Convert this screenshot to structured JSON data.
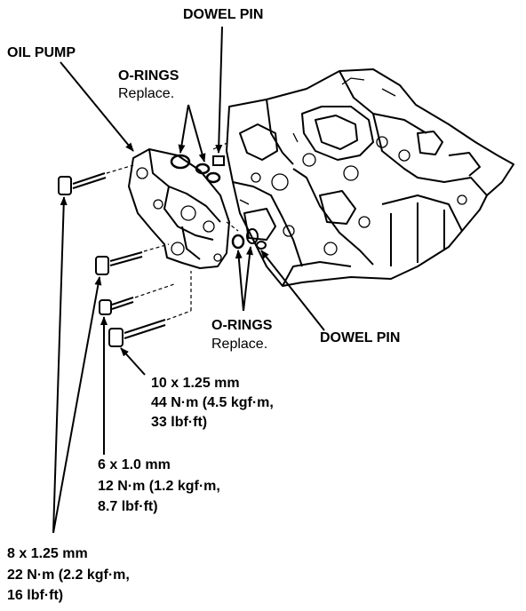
{
  "labels": {
    "dowel_pin_top": "DOWEL PIN",
    "oil_pump": "OIL PUMP",
    "o_rings_top": "O-RINGS",
    "o_rings_top_note": "Replace.",
    "o_rings_bottom": "O-RINGS",
    "o_rings_bottom_note": "Replace.",
    "dowel_pin_bottom": "DOWEL PIN"
  },
  "specs": {
    "bolt_10": {
      "size": "10 x 1.25 mm",
      "torque_line1": "44 N·m (4.5 kgf·m,",
      "torque_line2": "33 lbf·ft)"
    },
    "bolt_6": {
      "size": "6 x 1.0 mm",
      "torque_line1": "12 N·m (1.2 kgf·m,",
      "torque_line2": "8.7 lbf·ft)"
    },
    "bolt_8": {
      "size": "8 x 1.25 mm",
      "torque_line1": "22 N·m (2.2 kgf·m,",
      "torque_line2": "16 lbf·ft)"
    }
  }
}
